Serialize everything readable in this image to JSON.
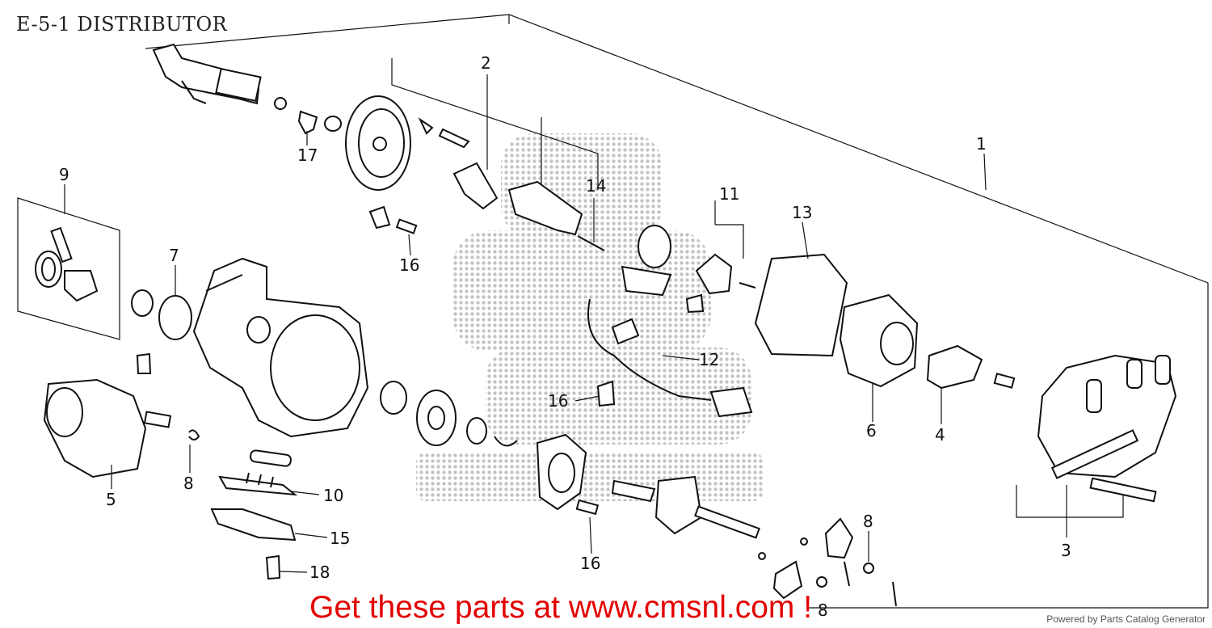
{
  "title": "E-5-1 DISTRIBUTOR",
  "promo_text": "Get these parts at www.cmsnl.com !",
  "footer_text": "Powered by Parts Catalog Generator",
  "callouts": {
    "c1": "1",
    "c2": "2",
    "c3": "3",
    "c4": "4",
    "c5": "5",
    "c6": "6",
    "c7": "7",
    "c8a": "8",
    "c8b": "8",
    "c8c": "8",
    "c9": "9",
    "c10": "10",
    "c11": "11",
    "c12": "12",
    "c13": "13",
    "c14": "14",
    "c15": "15",
    "c16a": "16",
    "c16b": "16",
    "c16c": "16",
    "c17": "17",
    "c18": "18"
  },
  "colors": {
    "promo": "#e30000",
    "ink": "#111111",
    "watermark": "#bdbdbd"
  }
}
